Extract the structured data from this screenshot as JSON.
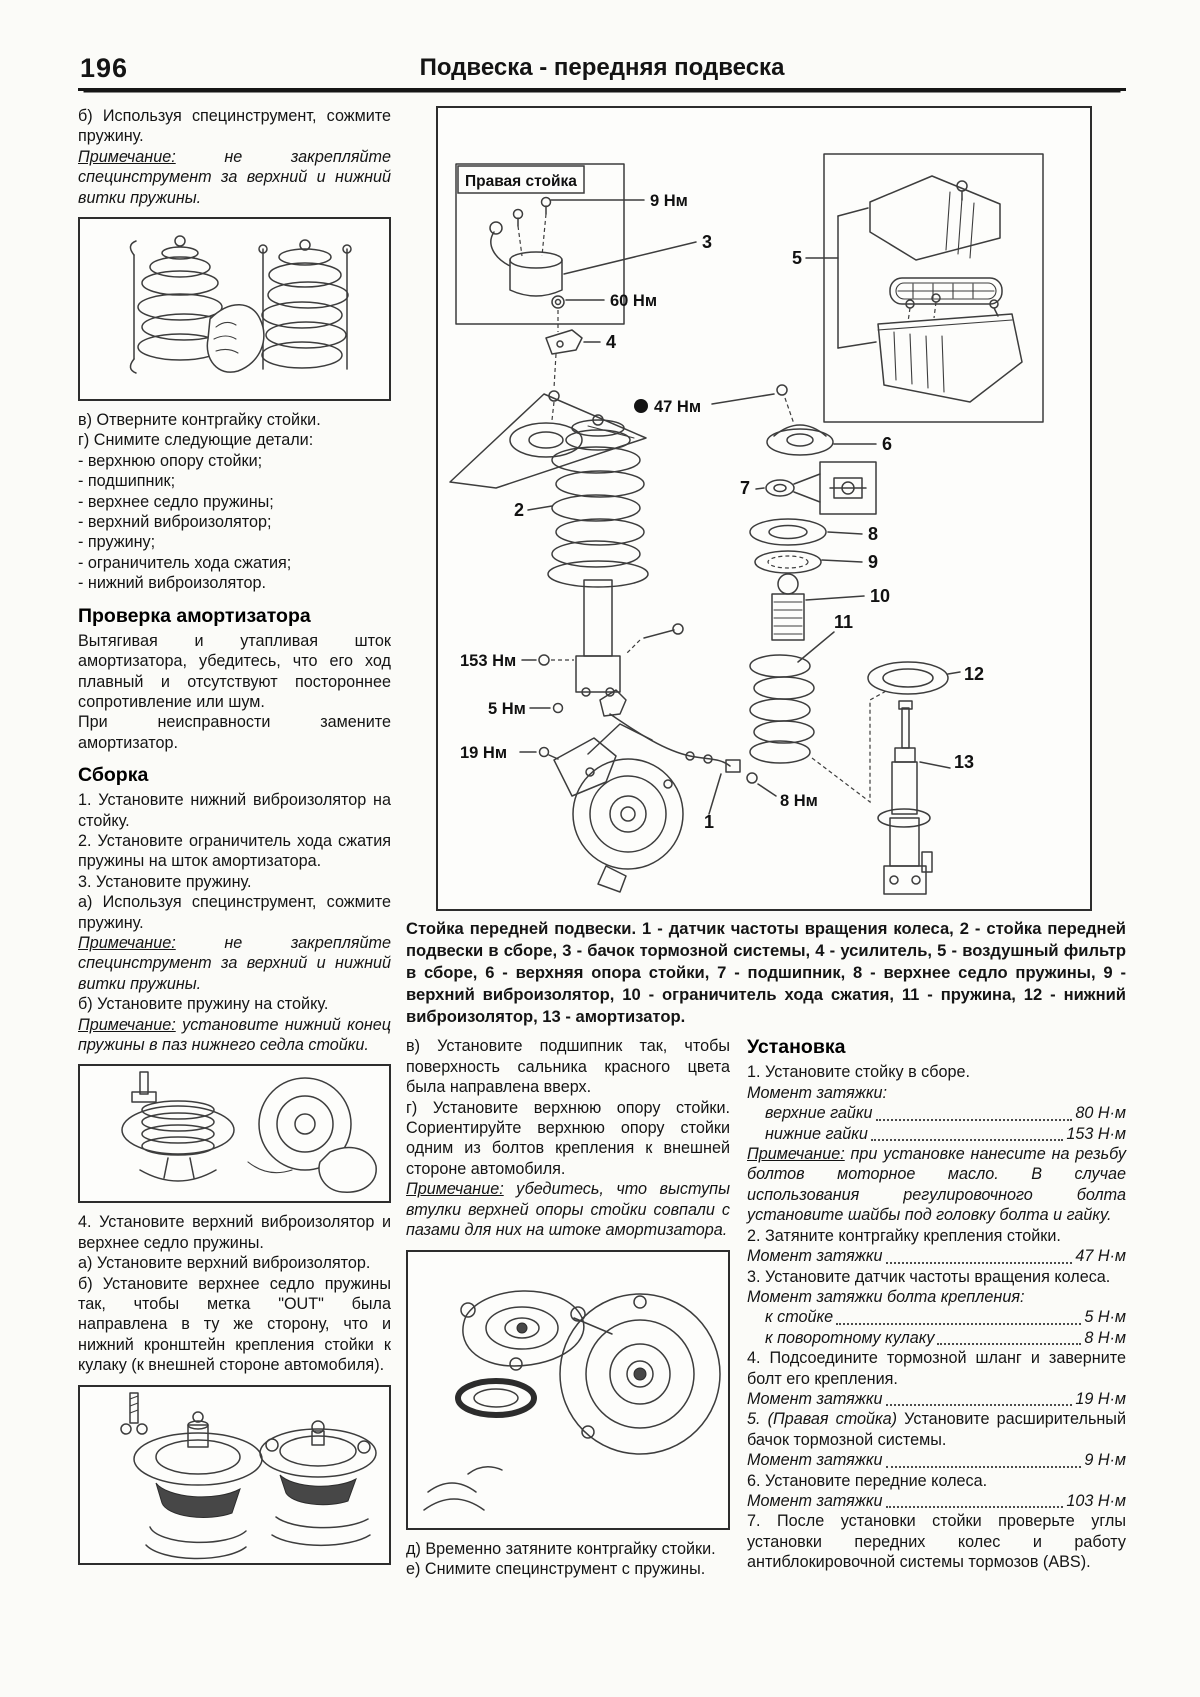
{
  "page": {
    "number": "196",
    "header_title": "Подвеска - передняя подвеска"
  },
  "left": {
    "step_b": "б) Используя специнструмент, сожмите пружину.",
    "note1_label": "Примечание:",
    "note1_text": " не закрепляйте специнструмент за верхний и нижний витки пружины.",
    "step_v": "в) Отверните контргайку стойки.",
    "step_g": "г) Снимите следующие детали:",
    "detail_items": [
      "- верхнюю опору стойки;",
      "- подшипник;",
      "- верхнее седло пружины;",
      "- верхний виброизолятор;",
      "- пружину;",
      "- ограничитель хода сжатия;",
      "- нижний виброизолятор."
    ],
    "check_heading": "Проверка амортизатора",
    "check_p1": "Вытягивая и утапливая шток амортизатора, убедитесь, что его ход плавный и отсутствуют постороннее сопротивление или шум.",
    "check_p2": "При неисправности замените амортизатор.",
    "assembly_heading": "Сборка",
    "as1": "1. Установите нижний виброизолятор на стойку.",
    "as2": "2. Установите ограничитель хода сжатия пружины на шток амортизатора.",
    "as3": "3. Установите пружину.",
    "as3a": "а) Используя специнструмент, сожмите пружину.",
    "note2_label": "Примечание:",
    "note2_text": " не закрепляйте специнструмент за верхний и нижний витки пружины.",
    "as3b": "б) Установите пружину на стойку.",
    "note3_label": "Примечание:",
    "note3_text": " установите нижний конец пружины в паз нижнего седла стойки.",
    "as4": "4. Установите верхний виброизолятор и верхнее седло пружины.",
    "as4a": "а) Установите верхний виброизолятор.",
    "as4b": "б) Установите верхнее седло пружины так, чтобы метка \"OUT\" была направлена в ту же сторону, что и нижний кронштейн крепления стойки к кулаку (к внешней стороне автомобиля)."
  },
  "diagram": {
    "right_strut_box_label": "Правая стойка",
    "torque_9": "9 Нм",
    "torque_60": "60 Нм",
    "torque_47": "47 Нм",
    "torque_153": "153 Нм",
    "torque_5": "5 Нм",
    "torque_19": "19 Нм",
    "torque_8": "8 Нм",
    "n1": "1",
    "n2": "2",
    "n3": "3",
    "n4": "4",
    "n5": "5",
    "n6": "6",
    "n7": "7",
    "n8": "8",
    "n9": "9",
    "n10": "10",
    "n11": "11",
    "n12": "12",
    "n13": "13",
    "caption": "Стойка передней подвески. 1 - датчик частоты вращения колеса, 2 - стойка передней подвески в сборе, 3 - бачок тормозной системы, 4 - усилитель, 5 - воздушный фильтр в сборе, 6 - верхняя опора стойки, 7 - подшипник, 8 - верхнее седло пружины, 9 - верхний виброизолятор, 10 - ограничитель хода сжатия, 11 - пружина, 12 - нижний виброизолятор, 13 - амортизатор."
  },
  "middle": {
    "step_v": "в) Установите подшипник так, чтобы поверхность сальника красного цвета была направлена вверх.",
    "step_g": "г) Установите верхнюю опору стойки. Сориентируйте верхнюю опору стойки одним из болтов крепления к внешней стороне автомобиля.",
    "note_label": "Примечание:",
    "note_text": " убедитесь, что выступы втулки верхней опоры стойки совпали с пазами для них на штоке амортизатора.",
    "step_d": "д) Временно затяните контргайку стойки.",
    "step_e": "е) Снимите специнструмент с пружины."
  },
  "install": {
    "heading": "Установка",
    "s1": "1. Установите стойку в сборе.",
    "torque_heading1": "Момент затяжки:",
    "row_upper": {
      "label": "верхние гайки",
      "value": "80 Н·м"
    },
    "row_lower": {
      "label": "нижние гайки",
      "value": "153 Н·м"
    },
    "note_label": "Примечание:",
    "note_text": " при установке нанесите на резьбу болтов моторное масло. В случае использования регулировочного болта установите шайбы под головку болта и гайку.",
    "s2": "2. Затяните контргайку крепления стойки.",
    "row_s2": {
      "label": "Момент затяжки",
      "value": "47 Н·м"
    },
    "s3": "3. Установите датчик частоты вращения колеса.",
    "torque_heading3": "Момент затяжки болта крепления:",
    "row_strut": {
      "label": "к стойке",
      "value": "5 Н·м"
    },
    "row_knuckle": {
      "label": "к поворотному кулаку",
      "value": "8 Н·м"
    },
    "s4": "4. Подсоедините тормозной шланг и заверните болт его крепления.",
    "row_s4": {
      "label": "Момент затяжки",
      "value": "19 Н·м"
    },
    "s5a": "5. (Правая стойка)",
    "s5b": " Установите расширительный бачок тормозной системы.",
    "row_s5": {
      "label": "Момент затяжки",
      "value": "9 Н·м"
    },
    "s6": "6. Установите передние колеса.",
    "row_s6": {
      "label": "Момент затяжки",
      "value": "103 Н·м"
    },
    "s7": "7. После установки стойки проверьте углы установки передних колес и работу антиблокировочной системы тормозов (ABS)."
  }
}
